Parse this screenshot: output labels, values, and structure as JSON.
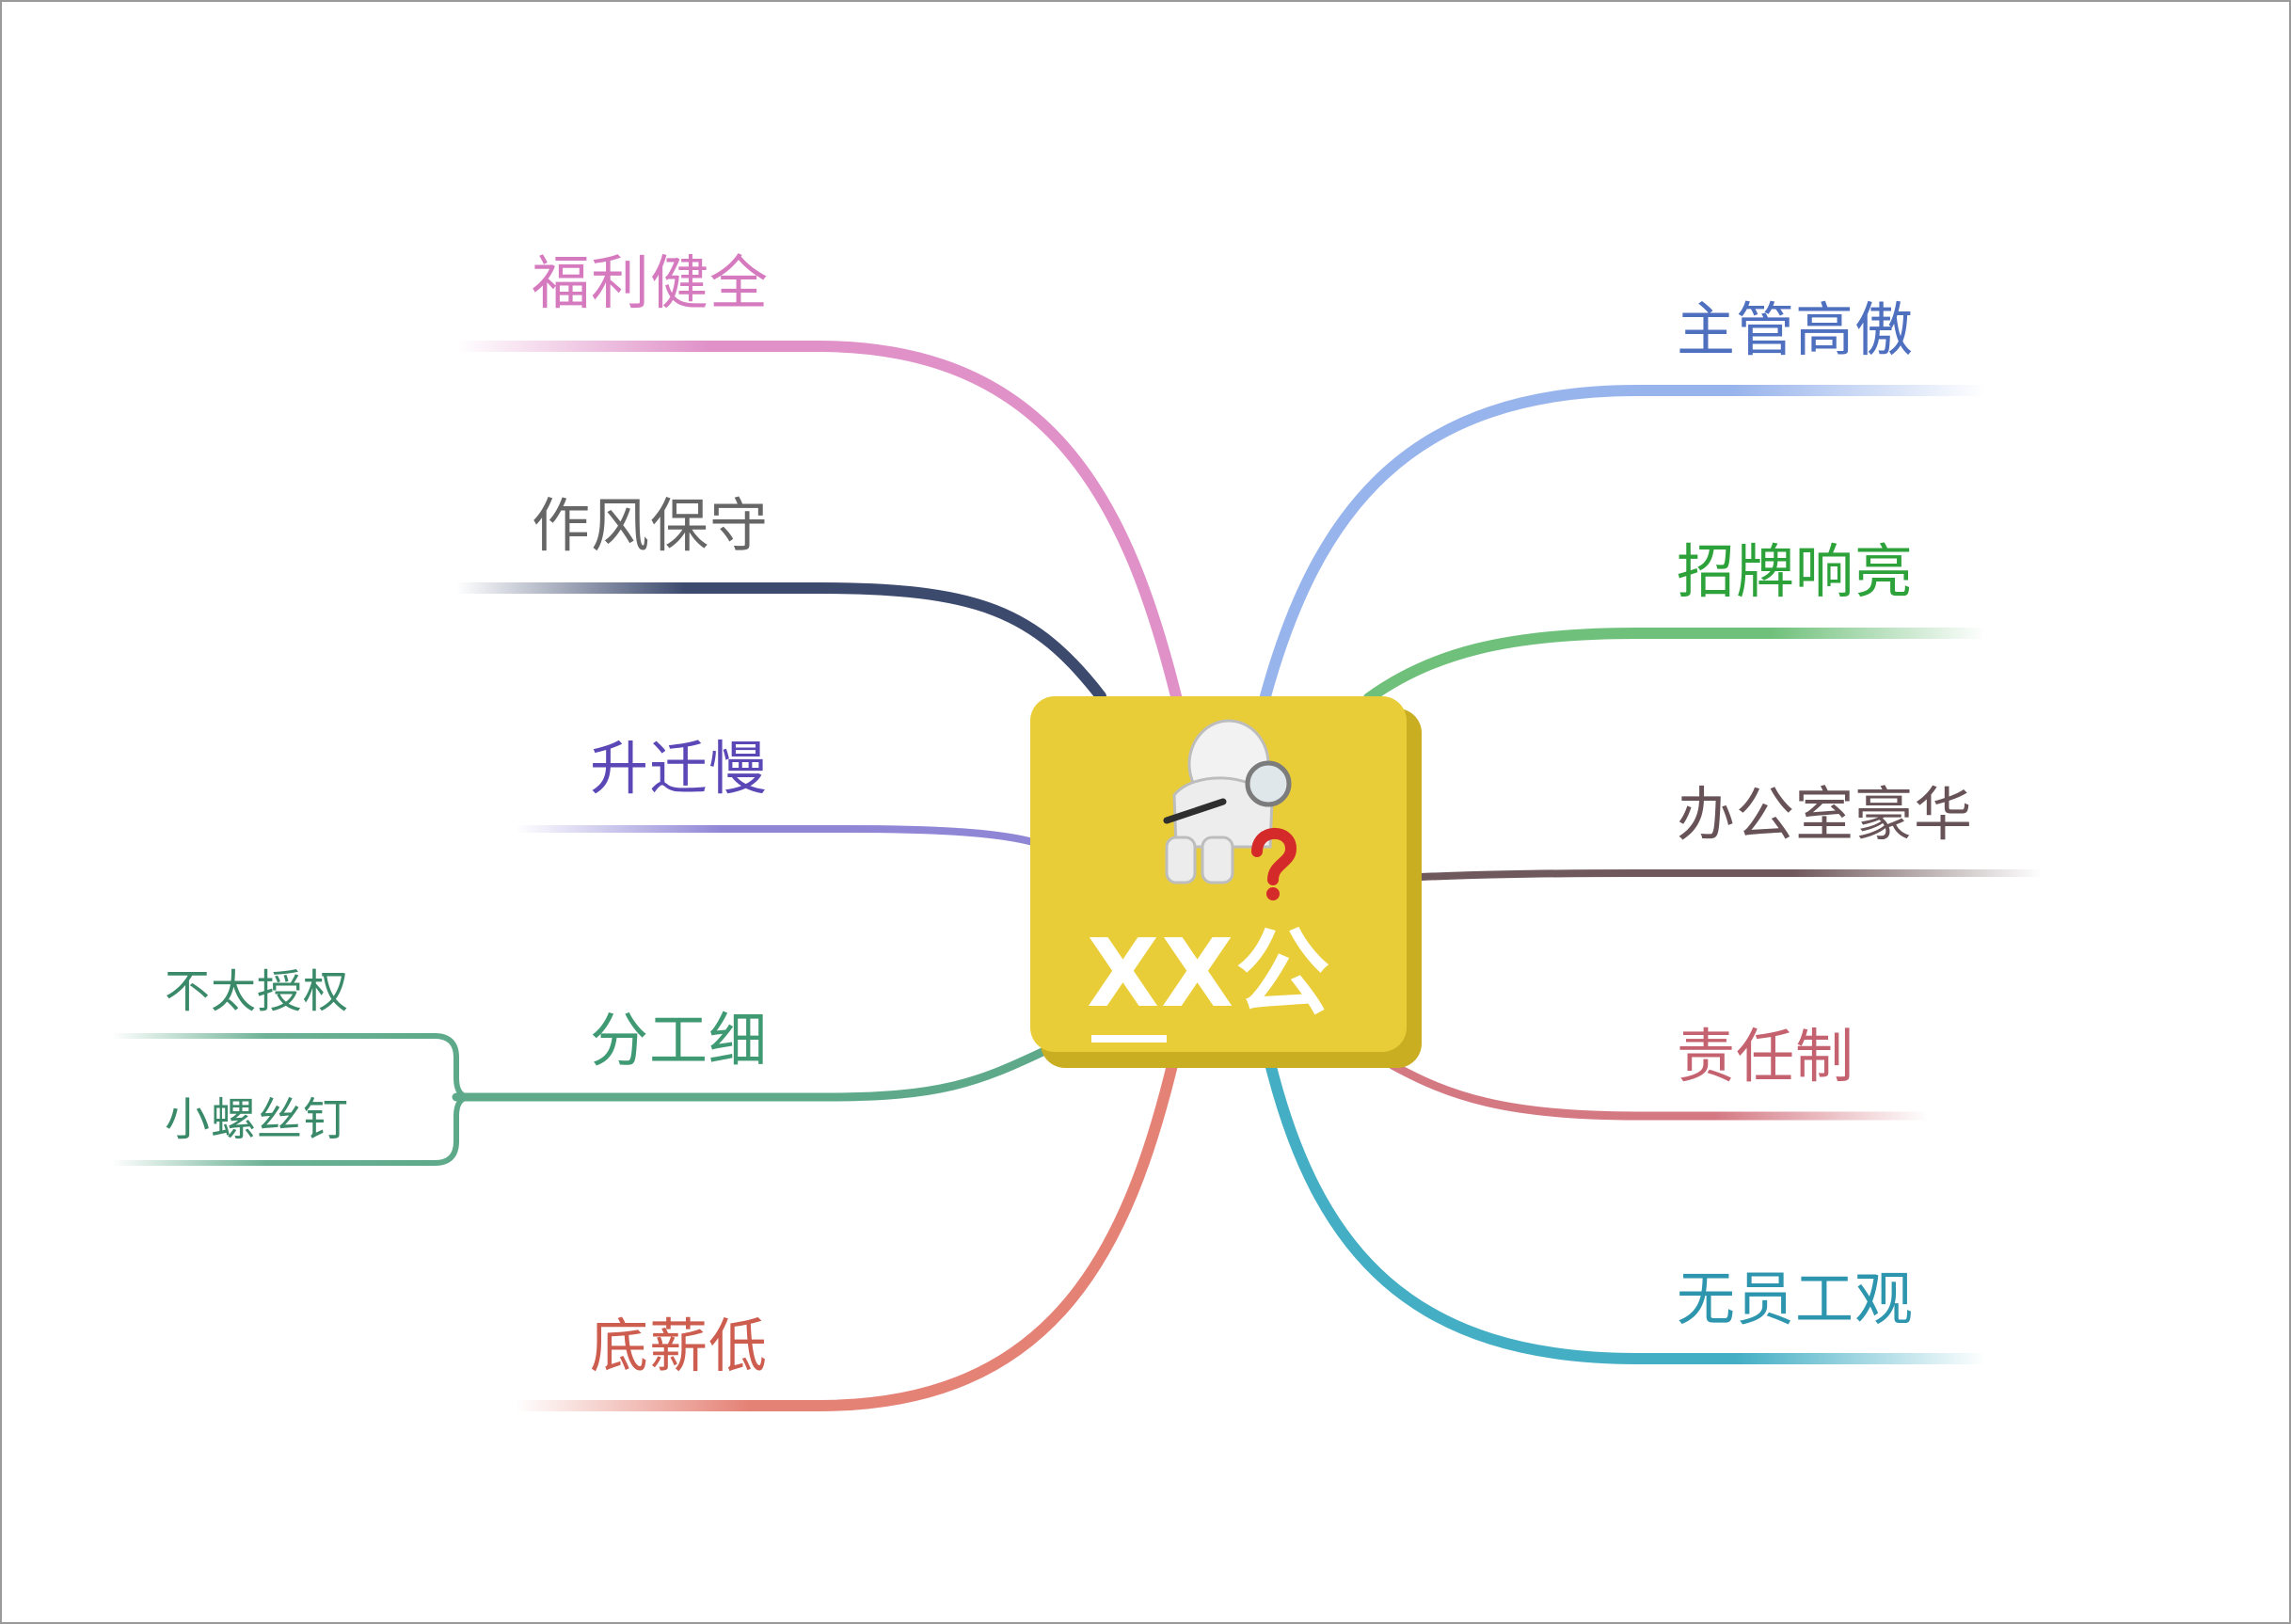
{
  "center": {
    "title": "XX公"
  },
  "left_branches": [
    {
      "label": "福利健全",
      "color": "#e091c8"
    },
    {
      "label": "作风保守",
      "color": "#3c4a6e"
    },
    {
      "label": "升迁慢",
      "color": "#8f86d6"
    },
    {
      "label": "分工细",
      "color": "#5da98a",
      "children": [
        {
          "label": "不太授权"
        },
        {
          "label": "小螺丝钉"
        }
      ]
    },
    {
      "label": "底薪低",
      "color": "#e58276"
    }
  ],
  "right_branches": [
    {
      "label": "主管高傲",
      "color": "#98b4ec"
    },
    {
      "label": "招牌响亮",
      "color": "#6fc07a"
    },
    {
      "label": "办公室豪华",
      "color": "#70595c"
    },
    {
      "label": "责任制",
      "color": "#d47882"
    },
    {
      "label": "无员工观",
      "color": "#43aec4"
    }
  ],
  "text_colors": {
    "福利健全": "#d67abf",
    "作风保守": "#666666",
    "升迁慢": "#5b48b6",
    "分工细": "#3f9a74",
    "底薪低": "#cc5d4f",
    "主管高傲": "#4f6fbf",
    "招牌响亮": "#2da23a",
    "办公室豪华": "#675357",
    "责任制": "#c56270",
    "无员工观": "#2d95ad",
    "sub": "#3a8a6a"
  },
  "center_box_color": "#e9cd38"
}
